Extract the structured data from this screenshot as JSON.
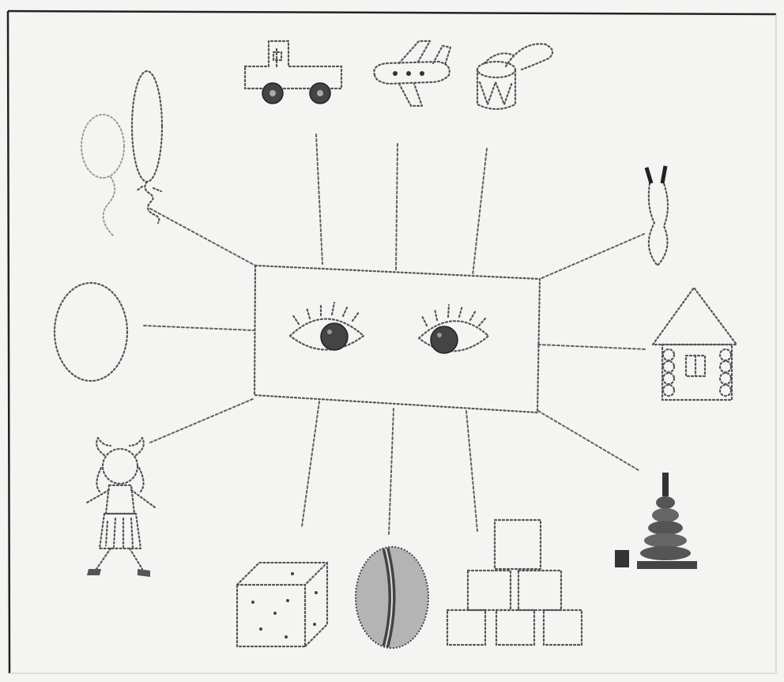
{
  "figure": {
    "title": "",
    "colors": {
      "background": "#f4f4f2",
      "line": "#555555",
      "frame": "#222222"
    }
  },
  "center": {
    "label": "",
    "content": [
      "eye-left",
      "eye-right"
    ]
  },
  "objects": [
    {
      "id": "balloons",
      "label": ""
    },
    {
      "id": "truck",
      "label": ""
    },
    {
      "id": "airplane",
      "label": ""
    },
    {
      "id": "drum",
      "label": ""
    },
    {
      "id": "jump-rope",
      "label": ""
    },
    {
      "id": "circle",
      "label": ""
    },
    {
      "id": "house",
      "label": ""
    },
    {
      "id": "doll",
      "label": ""
    },
    {
      "id": "cube",
      "label": ""
    },
    {
      "id": "ball",
      "label": ""
    },
    {
      "id": "blocks",
      "label": ""
    },
    {
      "id": "pyramid",
      "label": ""
    }
  ]
}
